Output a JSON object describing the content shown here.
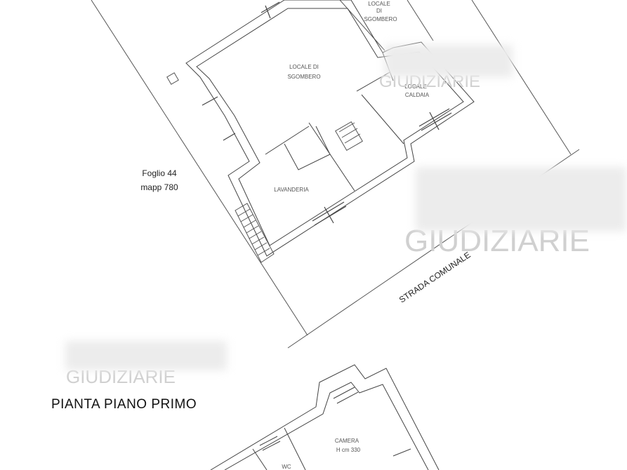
{
  "plan": {
    "heading": "PIANTA PIANO PRIMO",
    "parcel_foglio": "Foglio 44",
    "parcel_mapp": "mapp 780",
    "road_label": "STRADA COMUNALE",
    "rooms": {
      "locale_top_l1": "LOCALE",
      "locale_top_l2": "DI",
      "locale_top_l3": "SGOMBERO",
      "sgombero_main_l1": "LOCALE DI",
      "sgombero_main_l2": "SGOMBERO",
      "caldaia_l1": "LOCALE",
      "caldaia_l2": "CALDAIA",
      "lavanderia": "LAVANDERIA",
      "camera_l1": "CAMERA",
      "camera_l2": "H cm 330",
      "wc": "WC"
    },
    "watermarks": {
      "wm1": "GIUDIZIARIE",
      "wm2": "GIUDIZIARIE",
      "wm3": "GIUDIZIARIE"
    }
  }
}
